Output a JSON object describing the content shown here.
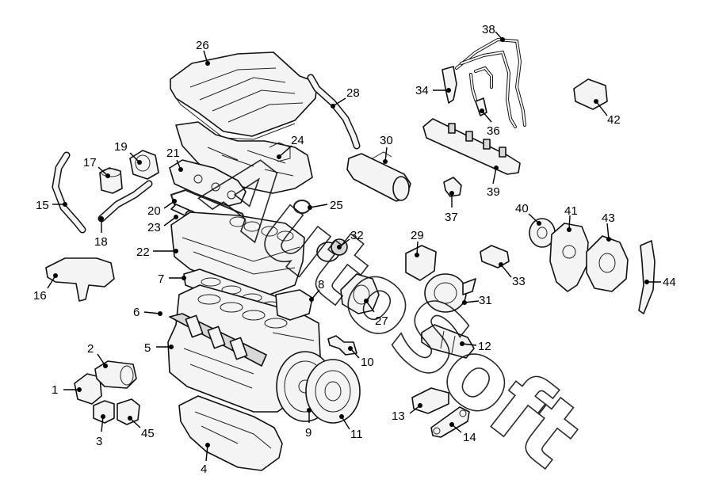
{
  "diagram": {
    "watermark": "AutoSoft",
    "callouts": [
      {
        "id": "c1",
        "label": "1"
      },
      {
        "id": "c2",
        "label": "2"
      },
      {
        "id": "c3",
        "label": "3"
      },
      {
        "id": "c4",
        "label": "4"
      },
      {
        "id": "c5",
        "label": "5"
      },
      {
        "id": "c6",
        "label": "6"
      },
      {
        "id": "c7",
        "label": "7"
      },
      {
        "id": "c8",
        "label": "8"
      },
      {
        "id": "c9",
        "label": "9"
      },
      {
        "id": "c10",
        "label": "10"
      },
      {
        "id": "c11",
        "label": "11"
      },
      {
        "id": "c12",
        "label": "12"
      },
      {
        "id": "c13",
        "label": "13"
      },
      {
        "id": "c14",
        "label": "14"
      },
      {
        "id": "c15",
        "label": "15"
      },
      {
        "id": "c16",
        "label": "16"
      },
      {
        "id": "c17",
        "label": "17"
      },
      {
        "id": "c18",
        "label": "18"
      },
      {
        "id": "c19",
        "label": "19"
      },
      {
        "id": "c20",
        "label": "20"
      },
      {
        "id": "c21",
        "label": "21"
      },
      {
        "id": "c22",
        "label": "22"
      },
      {
        "id": "c23",
        "label": "23"
      },
      {
        "id": "c24",
        "label": "24"
      },
      {
        "id": "c25",
        "label": "25"
      },
      {
        "id": "c26",
        "label": "26"
      },
      {
        "id": "c27",
        "label": "27"
      },
      {
        "id": "c28",
        "label": "28"
      },
      {
        "id": "c29",
        "label": "29"
      },
      {
        "id": "c30",
        "label": "30"
      },
      {
        "id": "c31",
        "label": "31"
      },
      {
        "id": "c32",
        "label": "32"
      },
      {
        "id": "c33",
        "label": "33"
      },
      {
        "id": "c34",
        "label": "34"
      },
      {
        "id": "c36",
        "label": "36"
      },
      {
        "id": "c37",
        "label": "37"
      },
      {
        "id": "c38",
        "label": "38"
      },
      {
        "id": "c39",
        "label": "39"
      },
      {
        "id": "c40",
        "label": "40"
      },
      {
        "id": "c41",
        "label": "41"
      },
      {
        "id": "c42",
        "label": "42"
      },
      {
        "id": "c43",
        "label": "43"
      },
      {
        "id": "c44",
        "label": "44"
      },
      {
        "id": "c45",
        "label": "45"
      }
    ]
  }
}
